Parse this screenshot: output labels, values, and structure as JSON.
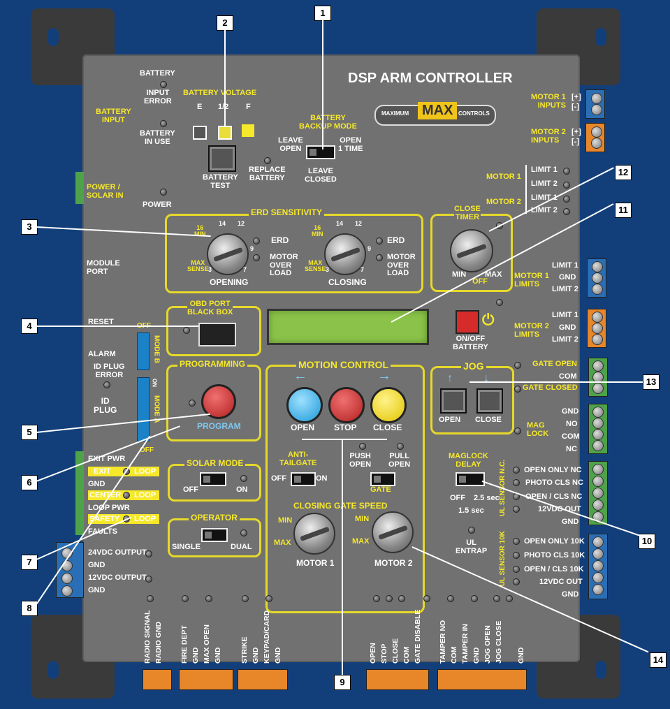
{
  "header": {
    "title": "DSP ARM CONTROLLER",
    "brand_left": "MAXIMUM",
    "brand_mid": "MAX",
    "brand_right": "CONTROLS"
  },
  "callouts": [
    "1",
    "2",
    "3",
    "4",
    "5",
    "6",
    "7",
    "8",
    "9",
    "10",
    "11",
    "12",
    "13",
    "14"
  ],
  "battery": {
    "battery_label": "BATTERY",
    "input_error": "INPUT\nERROR",
    "battery_input": "BATTERY\nINPUT",
    "in_use": "BATTERY\nIN USE",
    "voltage_title": "BATTERY VOLTAGE",
    "levels": [
      "E",
      "1/2",
      "F"
    ],
    "test": "BATTERY\nTEST",
    "replace": "REPLACE\nBATTERY",
    "backup_title": "BATTERY\nBACKUP MODE",
    "leave_open": "LEAVE\nOPEN",
    "open_1_time": "OPEN\n1 TIME",
    "leave_closed": "LEAVE\nCLOSED"
  },
  "power": {
    "power_solar_in": "POWER /\nSOLAR IN",
    "power": "POWER"
  },
  "erd": {
    "title": "ERD SENSITIVITY",
    "min_label": "16\nMIN",
    "max_sense": "MAX\nSENSE",
    "ticks": [
      "14",
      "12",
      "9",
      "7",
      "3"
    ],
    "opening": "OPENING",
    "closing": "CLOSING",
    "erd": "ERD",
    "motor_over_load": "MOTOR\nOVER\nLOAD"
  },
  "close_timer": {
    "title": "CLOSE\nTIMER",
    "min": "MIN",
    "max": "MAX",
    "off": "OFF"
  },
  "motors": {
    "motor1": "MOTOR 1",
    "motor2": "MOTOR 2",
    "limit1": "LIMIT 1",
    "limit2": "LIMIT 2",
    "motor1_inputs": "MOTOR 1\nINPUTS",
    "motor2_inputs": "MOTOR 2\nINPUTS",
    "plus": "[+]",
    "minus": "[-]",
    "motor1_limits": "MOTOR 1\nLIMITS",
    "motor2_limits": "MOTOR 2\nLIMITS",
    "gnd": "GND"
  },
  "left": {
    "module_port": "MODULE\nPORT",
    "reset": "RESET",
    "alarm": "ALARM",
    "id_plug_error": "ID PLUG\nERROR",
    "id_plug": "ID\nPLUG",
    "off": "OFF",
    "mode_b": "MODE B",
    "mode_a": "MODE A",
    "on": "ON",
    "exit_pwr": "EXIT PWR",
    "exit": "EXIT",
    "loop": "LOOP",
    "gnd": "GND",
    "center": "CENTER",
    "loop_pwr": "LOOP PWR",
    "safety": "SAFETY",
    "faults": "FAULTS",
    "out24": "24VDC OUTPUT",
    "out12": "12VDC OUTPUT"
  },
  "obd": {
    "title": "OBD PORT\nBLACK BOX",
    "off": "OFF"
  },
  "onoff": {
    "label": "ON/OFF\nBATTERY"
  },
  "programming": {
    "title": "PROGRAMMING",
    "program": "PROGRAM"
  },
  "motion": {
    "title": "MOTION CONTROL",
    "open": "OPEN",
    "stop": "STOP",
    "close": "CLOSE",
    "anti_tailgate": "ANTI-\nTAILGATE",
    "off": "OFF",
    "on": "ON",
    "push_open": "PUSH\nOPEN",
    "pull_open": "PULL\nOPEN",
    "gate": "GATE",
    "speed_title": "CLOSING GATE SPEED",
    "min": "MIN",
    "max": "MAX",
    "motor1": "MOTOR 1",
    "motor2": "MOTOR 2"
  },
  "jog": {
    "title": "JOG",
    "open": "OPEN",
    "close": "CLOSE"
  },
  "gate": {
    "gate_open": "GATE OPEN",
    "com": "COM",
    "gate_closed": "GATE CLOSED",
    "gnd": "GND",
    "no": "NO",
    "nc": "NC",
    "mag_lock": "MAG\nLOCK"
  },
  "maglock": {
    "title": "MAGLOCK\nDELAY",
    "off": "OFF",
    "t25": "2.5 sec",
    "t15": "1.5 sec"
  },
  "solar": {
    "title": "SOLAR MODE",
    "off": "OFF",
    "on": "ON"
  },
  "operator": {
    "title": "OPERATOR",
    "single": "SINGLE",
    "dual": "DUAL"
  },
  "ul": {
    "entrap": "UL\nENTRAP",
    "sensor_nc": "UL SENSOR N.C.",
    "sensor_10k": "UL SENSOR 10K",
    "nc_rows": [
      "OPEN ONLY NC",
      "PHOTO CLS NC",
      "OPEN / CLS NC",
      "12VDC OUT",
      "GND"
    ],
    "k_rows": [
      "OPEN ONLY 10K",
      "PHOTO CLS 10K",
      "OPEN / CLS 10K",
      "12VDC OUT",
      "GND"
    ]
  },
  "bottom": {
    "labels": [
      "RADIO SIGNAL",
      "RADIO GND",
      "FIRE DEPT",
      "GND",
      "MAX OPEN",
      "GND",
      "STRIKE",
      "GND",
      "KEYPAD/CARD",
      "GND",
      "OPEN",
      "STOP",
      "CLOSE",
      "COM",
      "GATE DISABLE",
      "TAMPER NO",
      "COM",
      "TAMPER IN",
      "GND",
      "JOG OPEN",
      "JOG CLOSE",
      "GND"
    ]
  },
  "colors": {
    "background": "#123f7a",
    "panel": "#717171",
    "accent_yellow": "#e6d92a",
    "terminal_blue": "#2a6fb5",
    "terminal_orange": "#e8862a",
    "terminal_green": "#4ea24a",
    "lcd": "#8bc34a"
  }
}
